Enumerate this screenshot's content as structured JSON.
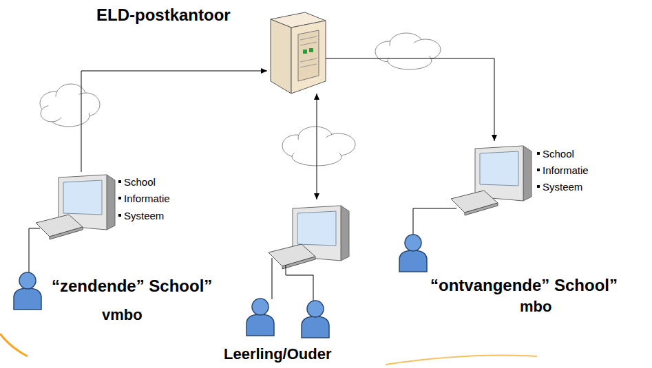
{
  "diagram": {
    "nodes": [
      {
        "text": [
          "ELD-postkantoor"
        ]
      },
      {
        "text": [
          "School",
          "Informatie",
          "Systeem",
          "“zendende” School”",
          "vmbo"
        ]
      },
      {
        "text": [
          "Leerling/Ouder"
        ]
      },
      {
        "text": [
          "School",
          "Informatie",
          "Systeem",
          "“ontvangende” School”",
          "mbo"
        ]
      }
    ],
    "edges": [
      {
        "from": 1,
        "to": 0,
        "arrow": "to"
      },
      {
        "from": 0,
        "to": 3,
        "arrow": "to"
      },
      {
        "from": 0,
        "to": 2,
        "arrow": "both"
      }
    ]
  }
}
